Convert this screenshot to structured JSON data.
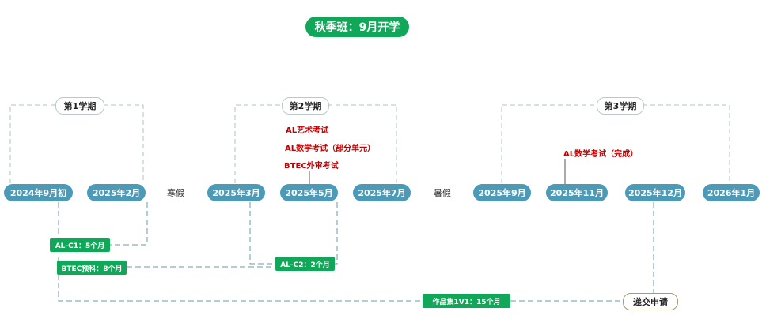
{
  "title": "秋季班：9月开学",
  "terms": [
    "第1学期",
    "第2学期",
    "第3学期"
  ],
  "timeline": [
    "2024年9月初",
    "2025年2月",
    "2025年3月",
    "2025年5月",
    "2025年7月",
    "2025年9月",
    "2025年11月",
    "2025年12月",
    "2026年1月"
  ],
  "breaks": [
    "寒假",
    "暑假"
  ],
  "exams": [
    "AL艺术考试",
    "AL数学考试（部分单元）",
    "BTEC外审考试",
    "AL数学考试（完成）"
  ],
  "courses": [
    "AL-C1：5个月",
    "BTEC预科：8个月",
    "AL-C2：2个月",
    "作品集1V1：15个月"
  ],
  "submit": "递交申请",
  "colors": {
    "accent_green": "#10a858",
    "node_blue": "#4a9ab8",
    "exam_red": "#c00000"
  }
}
